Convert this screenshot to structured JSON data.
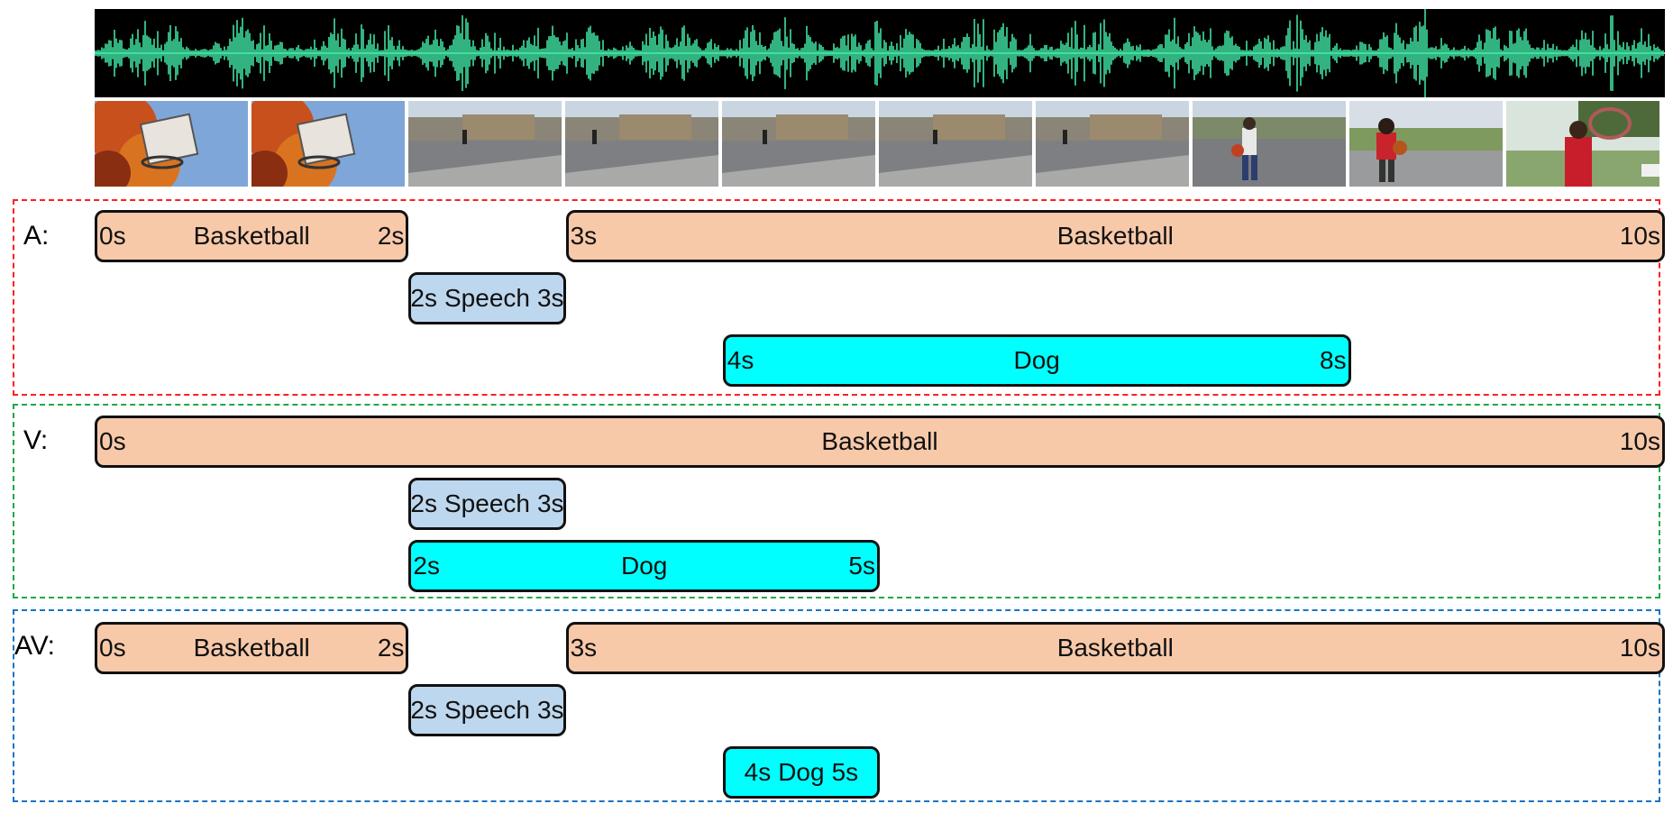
{
  "colors": {
    "basketball": "#f7c9a9",
    "speech": "#bdd7ee",
    "dog": "#00ffff",
    "waveform": "#3fe0a0",
    "panel_a": "#ff1f1f",
    "panel_v": "#1fa84a",
    "panel_av": "#1a74c4"
  },
  "media": {
    "waveform_icon": "audio-waveform",
    "frame_icons": [
      "basketball-hoop-autumn",
      "basketball-hoop-autumn",
      "driveway-scene",
      "driveway-scene",
      "driveway-scene",
      "driveway-scene",
      "driveway-scene",
      "player-running",
      "player-with-ball",
      "player-dunking"
    ]
  },
  "rows": [
    {
      "id": "a",
      "label": "A:",
      "events": [
        {
          "name": "Basketball",
          "start": 0,
          "end": 2,
          "start_label": "0s",
          "end_label": "2s",
          "kind": "basketball"
        },
        {
          "name": "Basketball",
          "start": 3,
          "end": 10,
          "start_label": "3s",
          "end_label": "10s",
          "kind": "basketball"
        },
        {
          "name": "Speech",
          "start": 2,
          "end": 3,
          "start_label": "2s",
          "end_label": "3s",
          "kind": "speech"
        },
        {
          "name": "Dog",
          "start": 4,
          "end": 8,
          "start_label": "4s",
          "end_label": "8s",
          "kind": "dog"
        }
      ]
    },
    {
      "id": "v",
      "label": "V:",
      "events": [
        {
          "name": "Basketball",
          "start": 0,
          "end": 10,
          "start_label": "0s",
          "end_label": "10s",
          "kind": "basketball"
        },
        {
          "name": "Speech",
          "start": 2,
          "end": 3,
          "start_label": "2s",
          "end_label": "3s",
          "kind": "speech"
        },
        {
          "name": "Dog",
          "start": 2,
          "end": 5,
          "start_label": "2s",
          "end_label": "5s",
          "kind": "dog"
        }
      ]
    },
    {
      "id": "av",
      "label": "AV:",
      "events": [
        {
          "name": "Basketball",
          "start": 0,
          "end": 2,
          "start_label": "0s",
          "end_label": "2s",
          "kind": "basketball"
        },
        {
          "name": "Basketball",
          "start": 3,
          "end": 10,
          "start_label": "3s",
          "end_label": "10s",
          "kind": "basketball"
        },
        {
          "name": "Speech",
          "start": 2,
          "end": 3,
          "start_label": "2s",
          "end_label": "3s",
          "kind": "speech"
        },
        {
          "name": "Dog",
          "start": 4,
          "end": 5,
          "start_label": "4s",
          "end_label": "5s",
          "kind": "dog"
        }
      ]
    }
  ]
}
